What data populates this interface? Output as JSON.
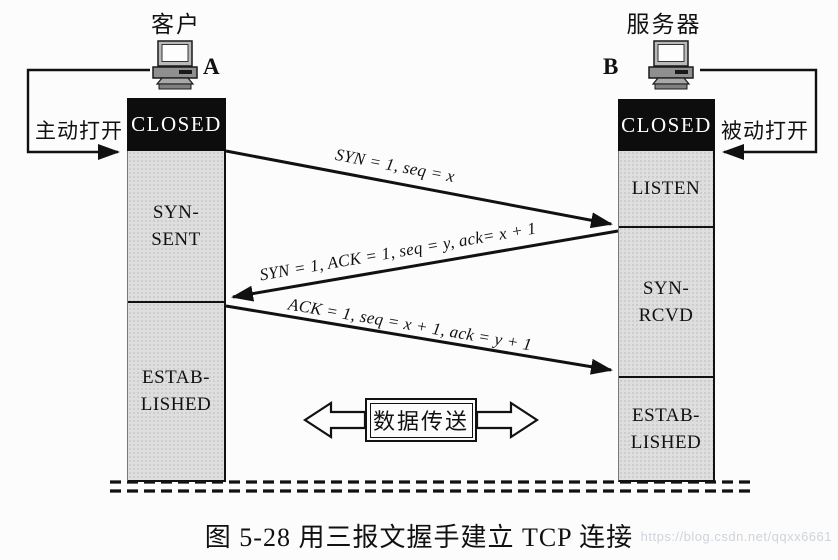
{
  "figure": {
    "caption": "图 5-28  用三报文握手建立 TCP 连接",
    "watermark": "https://blog.csdn.net/qqxx6661"
  },
  "client": {
    "title": "客户",
    "host_label": "A",
    "open_action": "主动打开",
    "initial_state": "CLOSED",
    "states": [
      "SYN-\nSENT",
      "ESTAB-\nLISHED"
    ]
  },
  "server": {
    "title": "服务器",
    "host_label": "B",
    "open_action": "被动打开",
    "initial_state": "CLOSED",
    "states": [
      "LISTEN",
      "SYN-\nRCVD",
      "ESTAB-\nLISHED"
    ]
  },
  "messages": [
    {
      "label": "SYN = 1, seq = x",
      "from": "client",
      "to": "server"
    },
    {
      "label": "SYN = 1, ACK = 1, seq = y, ack= x + 1",
      "from": "server",
      "to": "client"
    },
    {
      "label": "ACK = 1, seq = x + 1, ack = y + 1",
      "from": "client",
      "to": "server"
    }
  ],
  "data_transfer": {
    "label": "数据传送"
  },
  "colors": {
    "state_box_bg": "#0d0d0d",
    "state_box_text": "#ffffff",
    "column_fill": "#dedede",
    "line": "#111111",
    "watermark_text": "#cfd4da"
  }
}
